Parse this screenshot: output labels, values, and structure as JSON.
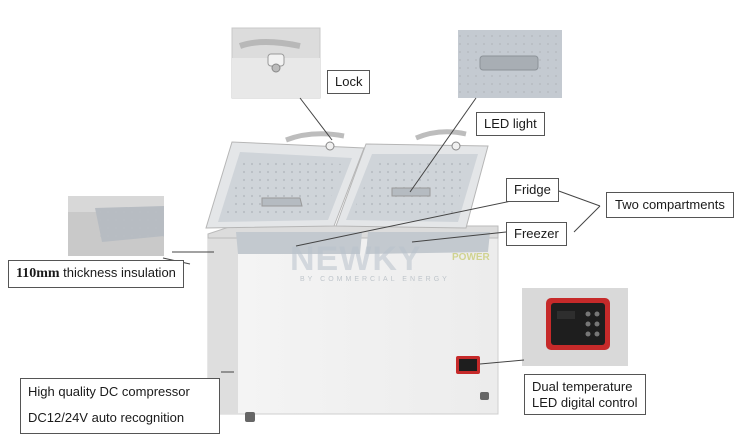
{
  "labels": {
    "lock": "Lock",
    "led_light": "LED light",
    "fridge": "Fridge",
    "freezer": "Freezer",
    "two_compartments": "Two compartments",
    "insulation_bold": "110mm",
    "insulation_rest": " thickness insulation",
    "compressor_line1": "High quality DC compressor",
    "compressor_line2": "DC12/24V auto recognition",
    "control_line1": "Dual temperature",
    "control_line2": "LED digital control"
  },
  "watermark": {
    "brand": "NEWKY",
    "accent": "POWER",
    "subline": "BY COMMERCIAL ENERGY"
  },
  "colors": {
    "panel_red": "#c62a2a",
    "body_white": "#eeeeee",
    "label_border": "#555555"
  }
}
